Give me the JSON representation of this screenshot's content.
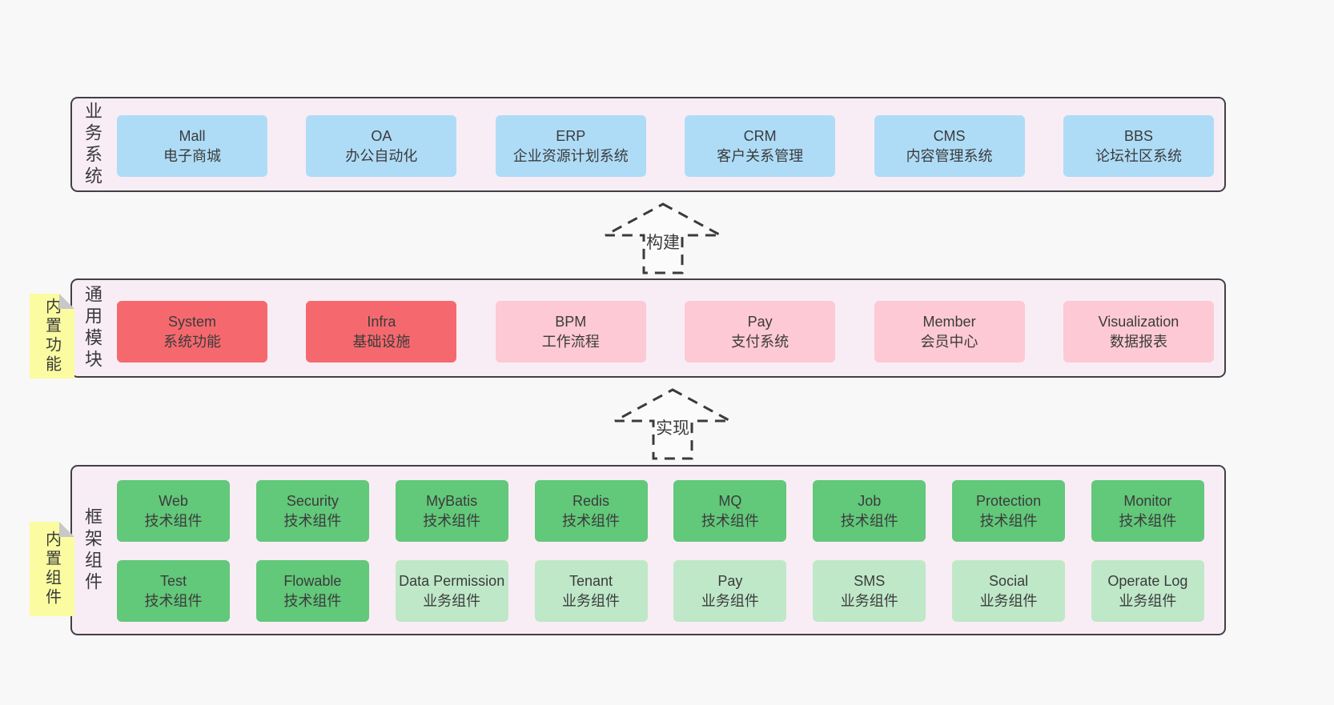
{
  "diagram": {
    "colors": {
      "background": "#f8f8f8",
      "container_fill": "#f8edf5",
      "container_border": "#414141",
      "blue_box": "#aedcf7",
      "red_box": "#f5696e",
      "pink_box": "#fdc9d4",
      "green_box": "#62c87a",
      "green_light_box": "#bfe8c8",
      "sticky_note": "#fbfba1"
    },
    "arrows": [
      {
        "label": "构建"
      },
      {
        "label": "实现"
      }
    ],
    "layers": [
      {
        "label": "业务系统",
        "boxes": [
          {
            "title": "Mall",
            "subtitle": "电子商城"
          },
          {
            "title": "OA",
            "subtitle": "办公自动化"
          },
          {
            "title": "ERP",
            "subtitle": "企业资源计划系统"
          },
          {
            "title": "CRM",
            "subtitle": "客户关系管理"
          },
          {
            "title": "CMS",
            "subtitle": "内容管理系统"
          },
          {
            "title": "BBS",
            "subtitle": "论坛社区系统"
          }
        ]
      },
      {
        "label": "通用模块",
        "sticky": "内置功能",
        "boxes": [
          {
            "title": "System",
            "subtitle": "系统功能"
          },
          {
            "title": "Infra",
            "subtitle": "基础设施"
          },
          {
            "title": "BPM",
            "subtitle": "工作流程"
          },
          {
            "title": "Pay",
            "subtitle": "支付系统"
          },
          {
            "title": "Member",
            "subtitle": "会员中心"
          },
          {
            "title": "Visualization",
            "subtitle": "数据报表"
          }
        ]
      },
      {
        "label": "框架组件",
        "sticky": "内置组件",
        "rows": [
          [
            {
              "title": "Web",
              "subtitle": "技术组件"
            },
            {
              "title": "Security",
              "subtitle": "技术组件"
            },
            {
              "title": "MyBatis",
              "subtitle": "技术组件"
            },
            {
              "title": "Redis",
              "subtitle": "技术组件"
            },
            {
              "title": "MQ",
              "subtitle": "技术组件"
            },
            {
              "title": "Job",
              "subtitle": "技术组件"
            },
            {
              "title": "Protection",
              "subtitle": "技术组件"
            },
            {
              "title": "Monitor",
              "subtitle": "技术组件"
            }
          ],
          [
            {
              "title": "Test",
              "subtitle": "技术组件"
            },
            {
              "title": "Flowable",
              "subtitle": "技术组件"
            },
            {
              "title": "Data Permission",
              "subtitle": "业务组件"
            },
            {
              "title": "Tenant",
              "subtitle": "业务组件"
            },
            {
              "title": "Pay",
              "subtitle": "业务组件"
            },
            {
              "title": "SMS",
              "subtitle": "业务组件"
            },
            {
              "title": "Social",
              "subtitle": "业务组件"
            },
            {
              "title": "Operate Log",
              "subtitle": "业务组件"
            }
          ]
        ]
      }
    ]
  }
}
